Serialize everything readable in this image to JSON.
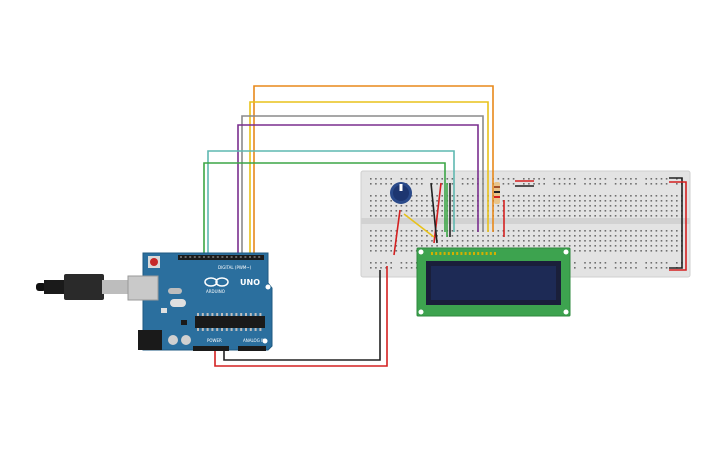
{
  "arduino": {
    "brand": "ARDUINO",
    "model": "UNO",
    "digital_label": "DIGITAL (PWM~)",
    "power_label": "POWER",
    "analog_label": "ANALOG IN",
    "board_color": "#2b6f9e"
  },
  "lcd": {
    "pcb_color": "#3da34f",
    "screen_color": "#1d2a55"
  },
  "wire_colors": {
    "orange": "#e8891a",
    "yellow": "#e8c21a",
    "gray": "#8a8a8a",
    "purple": "#7a2e8e",
    "teal": "#5fb8b0",
    "green": "#3ca646",
    "red": "#d42020",
    "black": "#222222"
  }
}
